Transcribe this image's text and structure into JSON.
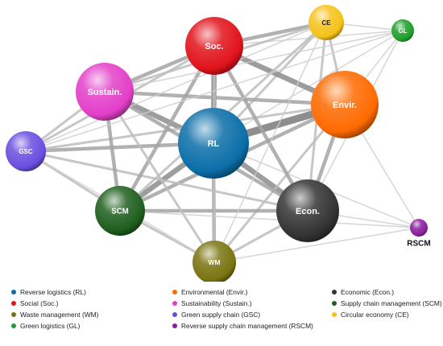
{
  "diagram": {
    "nodes": [
      {
        "id": "RL",
        "label": "RL",
        "full": "Reverse logistics (RL)",
        "color": "#0b6ea8",
        "size": 1.0
      },
      {
        "id": "Envir",
        "label": "Envir.",
        "full": "Environmental (Envir.)",
        "color": "#ff6a00",
        "size": 0.95
      },
      {
        "id": "Econ",
        "label": "Econ.",
        "full": "Economic (Econ.)",
        "color": "#333333",
        "size": 0.9
      },
      {
        "id": "Soc",
        "label": "Soc.",
        "full": "Social (Soc.)",
        "color": "#e1131b",
        "size": 0.82
      },
      {
        "id": "Sustain",
        "label": "Sustain.",
        "full": "Sustainability (Sustain.)",
        "color": "#e33fc9",
        "size": 0.8
      },
      {
        "id": "SCM",
        "label": "SCM",
        "full": "Supply chain management (SCM)",
        "color": "#1e5e1e",
        "size": 0.7
      },
      {
        "id": "WM",
        "label": "WM",
        "full": "Waste management (WM)",
        "color": "#7a7410",
        "size": 0.62
      },
      {
        "id": "GSC",
        "label": "GSC",
        "full": "Green supply chain (GSC)",
        "color": "#6a4ee0",
        "size": 0.6
      },
      {
        "id": "CE",
        "label": "CE",
        "full": "Circular economy (CE)",
        "color": "#f5c21a",
        "size": 0.5
      },
      {
        "id": "GL",
        "label": "GL",
        "full": "Green logistics (GL)",
        "color": "#1e9e2a",
        "size": 0.35
      },
      {
        "id": "RSCM",
        "label": "RSCM",
        "full": "Reverse supply chain management (RSCM)",
        "color": "#8a1e9e",
        "size": 0.3
      }
    ],
    "edges": [
      [
        "RL",
        "Envir",
        5
      ],
      [
        "RL",
        "Econ",
        4
      ],
      [
        "RL",
        "Soc",
        4
      ],
      [
        "RL",
        "Sustain",
        4
      ],
      [
        "RL",
        "SCM",
        4
      ],
      [
        "RL",
        "WM",
        3
      ],
      [
        "RL",
        "GSC",
        3
      ],
      [
        "RL",
        "CE",
        2
      ],
      [
        "RL",
        "GL",
        1
      ],
      [
        "RL",
        "RSCM",
        1
      ],
      [
        "Envir",
        "Econ",
        3
      ],
      [
        "Envir",
        "Soc",
        4
      ],
      [
        "Envir",
        "Sustain",
        3
      ],
      [
        "Envir",
        "SCM",
        3
      ],
      [
        "Envir",
        "WM",
        2
      ],
      [
        "Envir",
        "GSC",
        2
      ],
      [
        "Envir",
        "CE",
        2
      ],
      [
        "Envir",
        "GL",
        1
      ],
      [
        "Envir",
        "RSCM",
        1
      ],
      [
        "Econ",
        "Soc",
        3
      ],
      [
        "Econ",
        "Sustain",
        3
      ],
      [
        "Econ",
        "SCM",
        3
      ],
      [
        "Econ",
        "WM",
        2
      ],
      [
        "Econ",
        "GSC",
        2
      ],
      [
        "Econ",
        "CE",
        2
      ],
      [
        "Econ",
        "GL",
        1
      ],
      [
        "Econ",
        "RSCM",
        1
      ],
      [
        "Soc",
        "Sustain",
        3
      ],
      [
        "Soc",
        "SCM",
        3
      ],
      [
        "Soc",
        "WM",
        2
      ],
      [
        "Soc",
        "GSC",
        2
      ],
      [
        "Soc",
        "CE",
        3
      ],
      [
        "Soc",
        "GL",
        1
      ],
      [
        "Sustain",
        "SCM",
        3
      ],
      [
        "Sustain",
        "WM",
        2
      ],
      [
        "Sustain",
        "GSC",
        2
      ],
      [
        "Sustain",
        "CE",
        2
      ],
      [
        "Sustain",
        "GL",
        1
      ],
      [
        "SCM",
        "WM",
        2
      ],
      [
        "SCM",
        "GSC",
        2
      ],
      [
        "SCM",
        "CE",
        2
      ],
      [
        "SCM",
        "RSCM",
        1
      ],
      [
        "WM",
        "GSC",
        1
      ],
      [
        "WM",
        "CE",
        1
      ],
      [
        "WM",
        "RSCM",
        1
      ],
      [
        "GSC",
        "CE",
        1
      ],
      [
        "GSC",
        "GL",
        1
      ],
      [
        "CE",
        "GL",
        1
      ]
    ]
  },
  "legend": [
    {
      "label": "Reverse logistics (RL)",
      "color": "#0b6ea8"
    },
    {
      "label": "Environmental (Envir.)",
      "color": "#ff6a00"
    },
    {
      "label": "Economic (Econ.)",
      "color": "#333333"
    },
    {
      "label": "Social (Soc.)",
      "color": "#e1131b"
    },
    {
      "label": "Sustainability (Sustain.)",
      "color": "#e33fc9"
    },
    {
      "label": "Supply chain management (SCM)",
      "color": "#1e5e1e"
    },
    {
      "label": "Waste management (WM)",
      "color": "#7a7410"
    },
    {
      "label": "Green supply chain (GSC)",
      "color": "#6a4ee0"
    },
    {
      "label": "Circular economy (CE)",
      "color": "#f5c21a"
    },
    {
      "label": "Green logistics (GL)",
      "color": "#1e9e2a"
    },
    {
      "label": "Reverse supply chain management (RSCM)",
      "color": "#8a1e9e"
    }
  ]
}
